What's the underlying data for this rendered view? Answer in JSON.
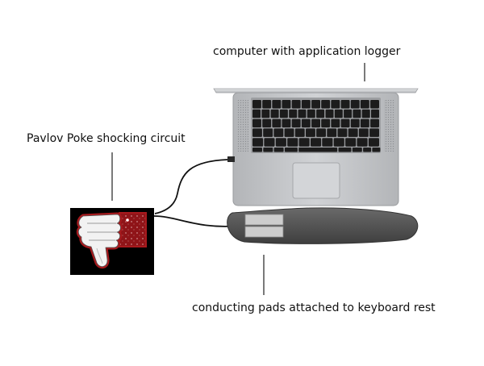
{
  "labels": {
    "computer": "computer with application logger",
    "circuit": "Pavlov Poke shocking circuit",
    "pads": "conducting pads attached to keyboard rest"
  },
  "icons": {
    "circuit_image": "thumbs-down-icon",
    "laptop": "laptop-icon",
    "wrist_rest": "keyboard-wrist-rest-icon"
  },
  "colors": {
    "background": "#ffffff",
    "laptop_body": "#c4c6c9",
    "keyboard": "#1c1c1c",
    "wrist_rest": "#5a5a5a",
    "pads": "#c9c9c9",
    "circuit_background": "#000000",
    "thumb_outline": "#a8191d",
    "cuff": "#8f1418",
    "wire": "#111111"
  }
}
